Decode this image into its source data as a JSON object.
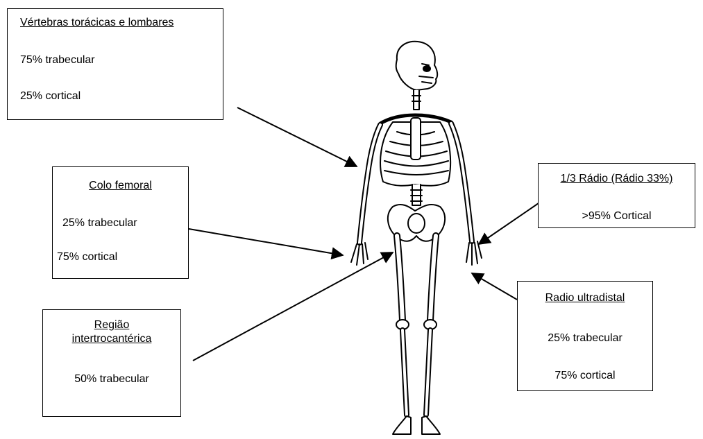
{
  "boxes": {
    "vertebras": {
      "title": "Vértebras torácicas e lombares",
      "line1": "75% trabecular",
      "line2": "25% cortical"
    },
    "colo_femoral": {
      "title": "Colo femoral",
      "line1": "25% trabecular",
      "line2": "75% cortical"
    },
    "intertrocanterica": {
      "title_line1": "Região",
      "title_line2": "intertrocantérica",
      "line1": "50% trabecular"
    },
    "radio_33": {
      "title": "1/3 Rádio (Rádio 33%)",
      "line1": ">95% Cortical"
    },
    "radio_ultradistal": {
      "title": "Radio ultradistal",
      "line1": "25% trabecular",
      "line2": "75% cortical"
    }
  },
  "illustration": {
    "icon": "human-skeleton-icon"
  }
}
